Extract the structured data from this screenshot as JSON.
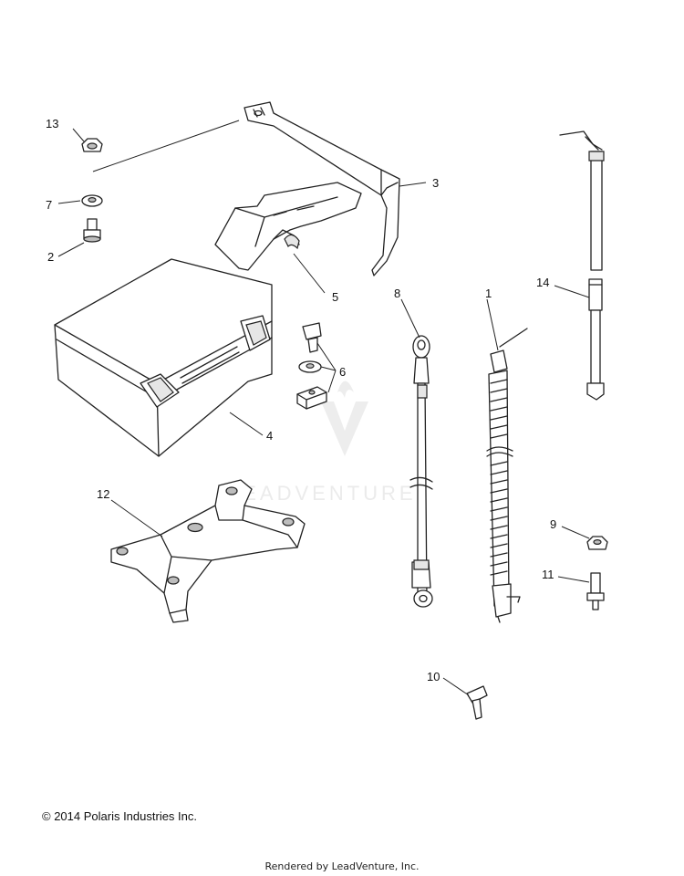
{
  "callouts": [
    "1",
    "2",
    "3",
    "4",
    "5",
    "6",
    "7",
    "8",
    "9",
    "10",
    "11",
    "12",
    "13",
    "14"
  ],
  "watermark": "LEADVENTURE",
  "copyright": "© 2014 Polaris Industries Inc.",
  "rendered_by": "Rendered by LeadVenture, Inc."
}
